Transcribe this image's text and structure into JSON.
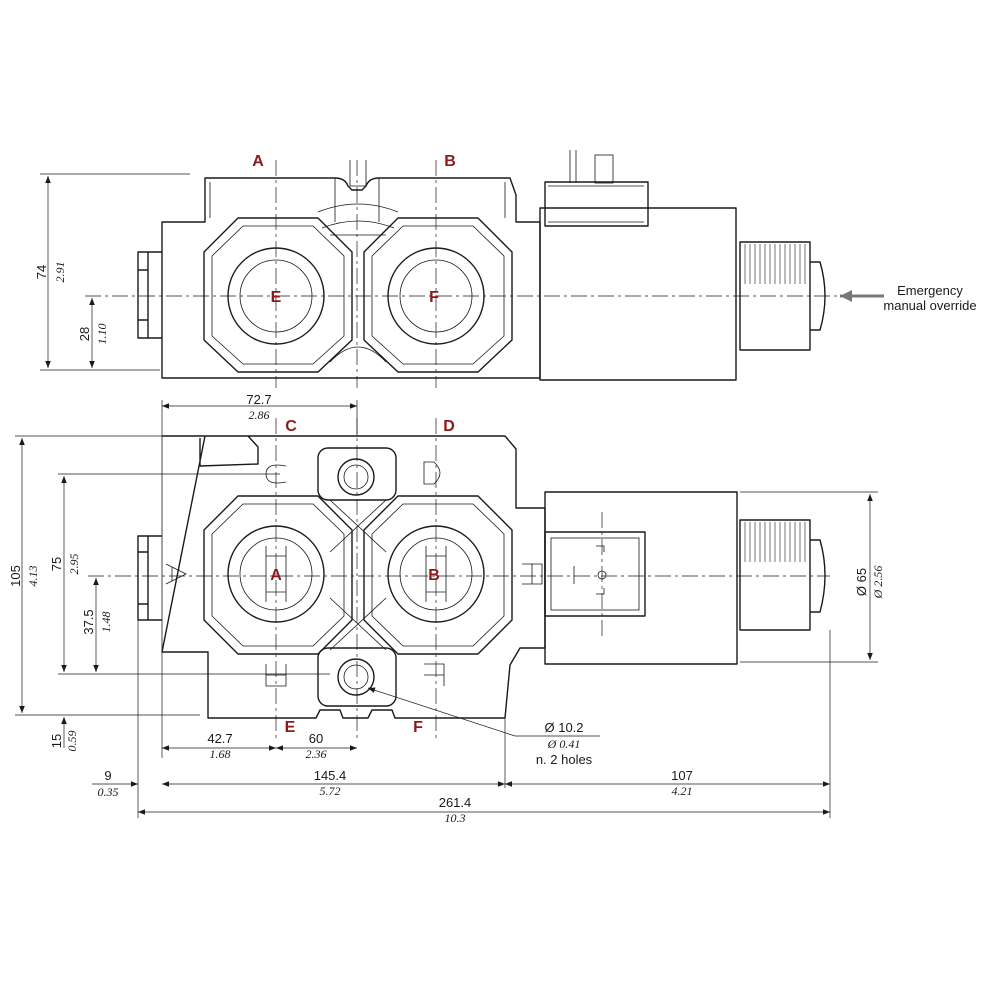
{
  "colors": {
    "port_label": "#8b1a1a",
    "line": "#1a1a1a",
    "arrow": "#777777"
  },
  "top_view": {
    "ports": {
      "A": "A",
      "B": "B",
      "E": "E",
      "F": "F"
    },
    "dim_height": {
      "mm": "74",
      "in": "2.91"
    },
    "dim_axis": {
      "mm": "28",
      "in": "1.10"
    },
    "note_line1": "Emergency",
    "note_line2": "manual override"
  },
  "front_view": {
    "ports": {
      "A": "A",
      "B": "B",
      "C": "C",
      "D": "D",
      "E": "E",
      "F": "F"
    },
    "dim_72": {
      "mm": "72.7",
      "in": "2.86"
    },
    "dim_105": {
      "mm": "105",
      "in": "4.13"
    },
    "dim_75": {
      "mm": "75",
      "in": "2.95"
    },
    "dim_37": {
      "mm": "37.5",
      "in": "1.48"
    },
    "dim_15": {
      "mm": "15",
      "in": "0.59"
    },
    "dim_65": {
      "mm": "Ø 65",
      "in": "Ø 2.56"
    },
    "dim_42": {
      "mm": "42.7",
      "in": "1.68"
    },
    "dim_60": {
      "mm": "60",
      "in": "2.36"
    },
    "dim_9": {
      "mm": "9",
      "in": "0.35"
    },
    "dim_145": {
      "mm": "145.4",
      "in": "5.72"
    },
    "dim_107": {
      "mm": "107",
      "in": "4.21"
    },
    "dim_261": {
      "mm": "261.4",
      "in": "10.3"
    },
    "hole_note": {
      "mm": "Ø 10.2",
      "in": "Ø 0.41",
      "count": "n. 2 holes"
    }
  }
}
